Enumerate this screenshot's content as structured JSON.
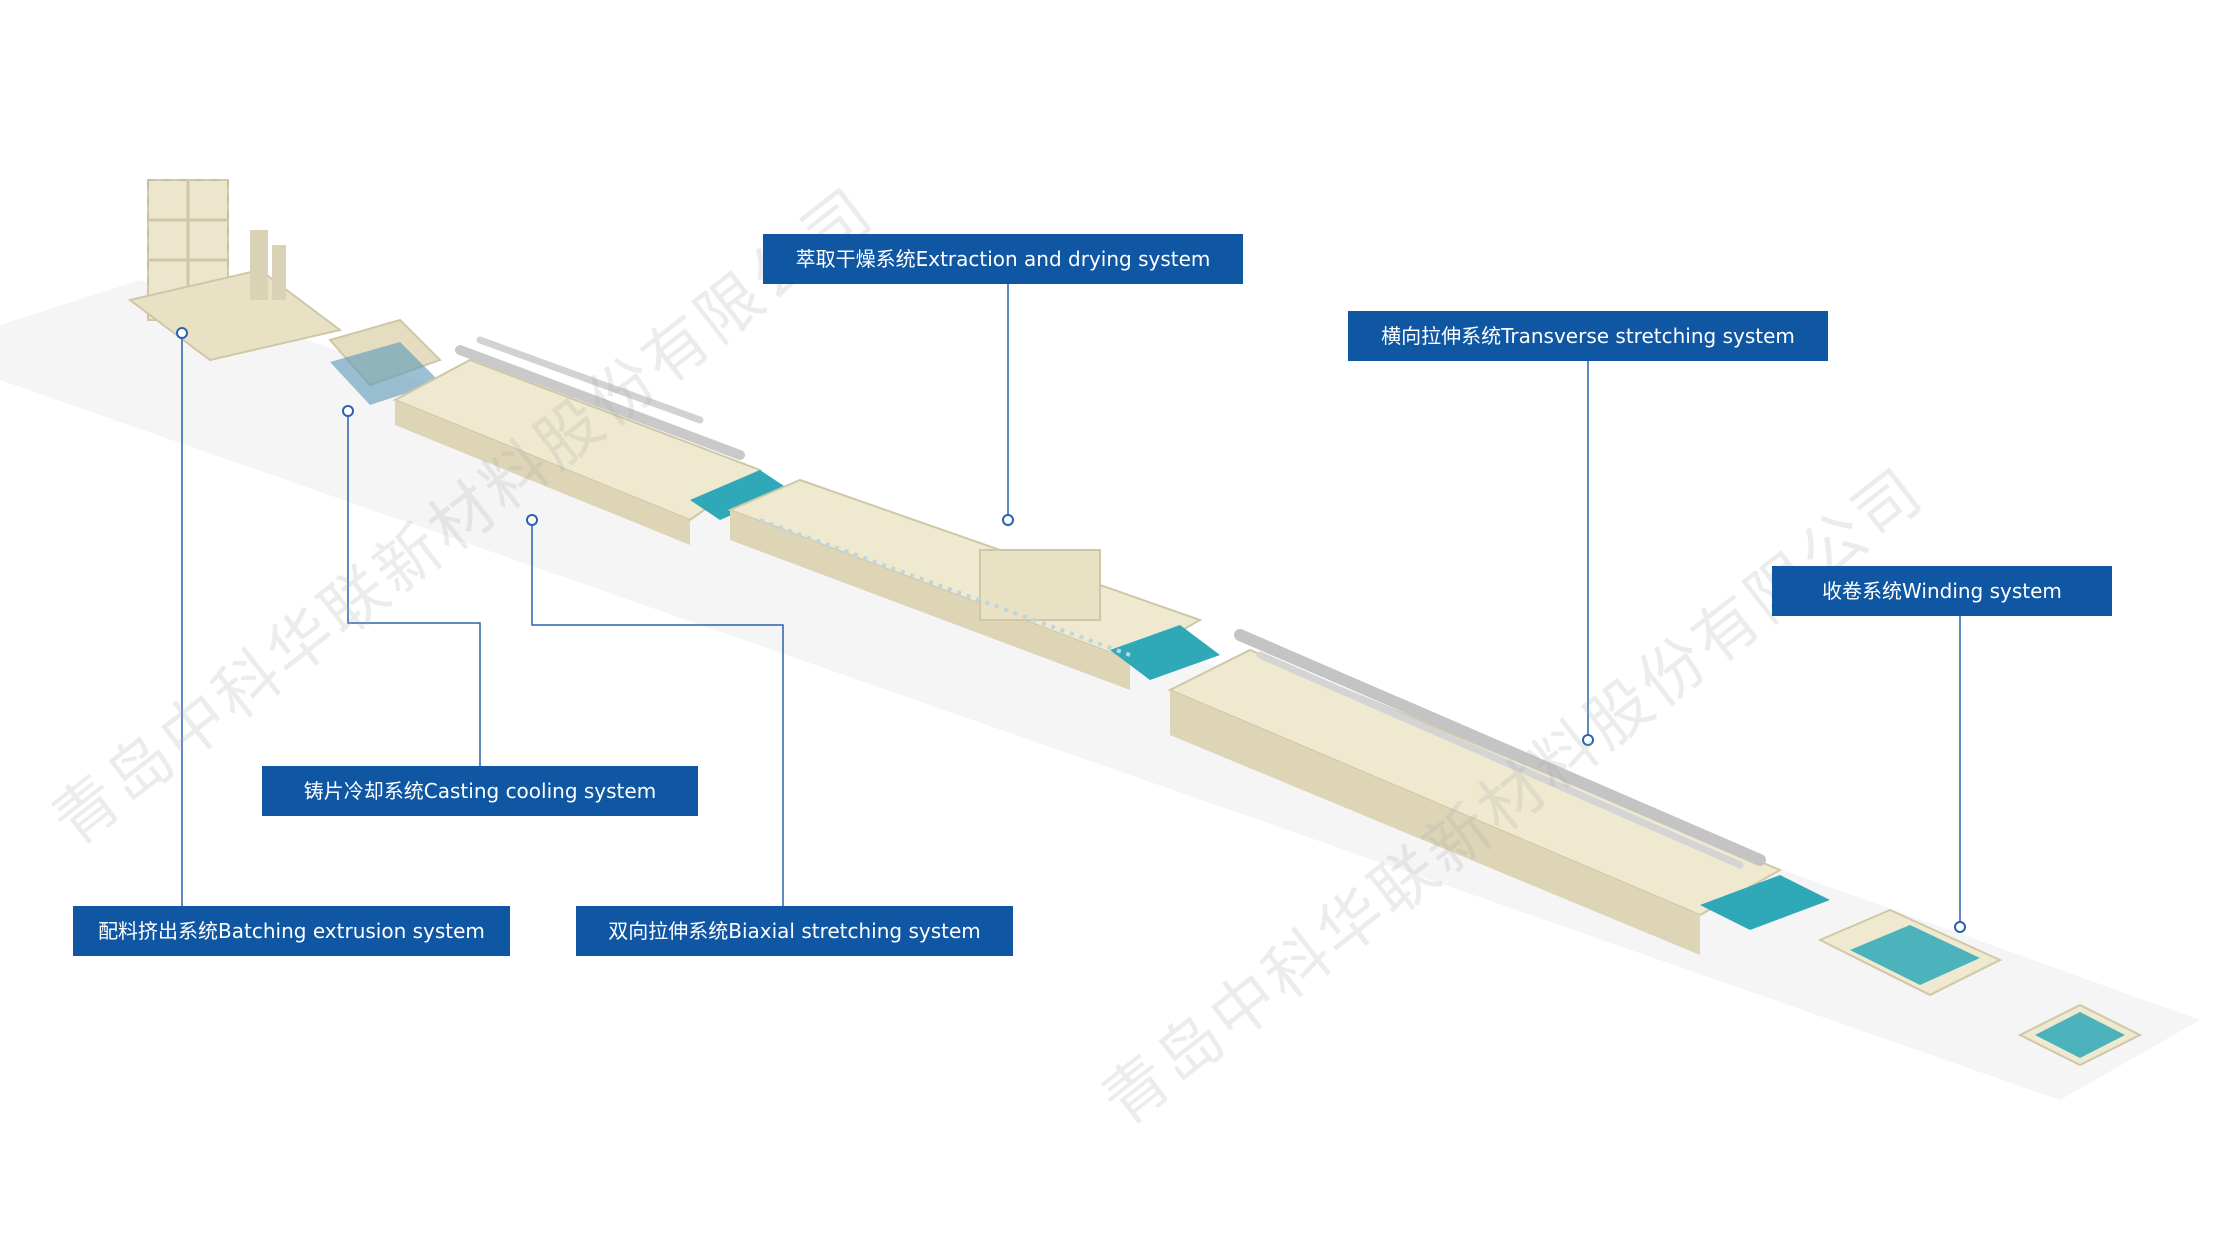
{
  "watermarks": {
    "upper": "青岛中科华联新材料股份有限公司",
    "lower": "青岛中科华联新材料股份有限公司"
  },
  "callouts": {
    "batching": "配料挤出系统Batching extrusion system",
    "casting": "铸片冷却系统Casting cooling system",
    "biaxial": "双向拉伸系统Biaxial stretching system",
    "extraction": "萃取干燥系统Extraction and drying system",
    "transverse": "横向拉伸系统Transverse stretching system",
    "winding": "收卷系统Winding system"
  },
  "colors": {
    "label_bg": "#0f56a3",
    "leader_line": "#2a62b0",
    "machine_body": "#ece6cc",
    "machine_shadow": "#cfc7a8",
    "film": "#2fa8b8",
    "floor": "#f4f4f4"
  }
}
